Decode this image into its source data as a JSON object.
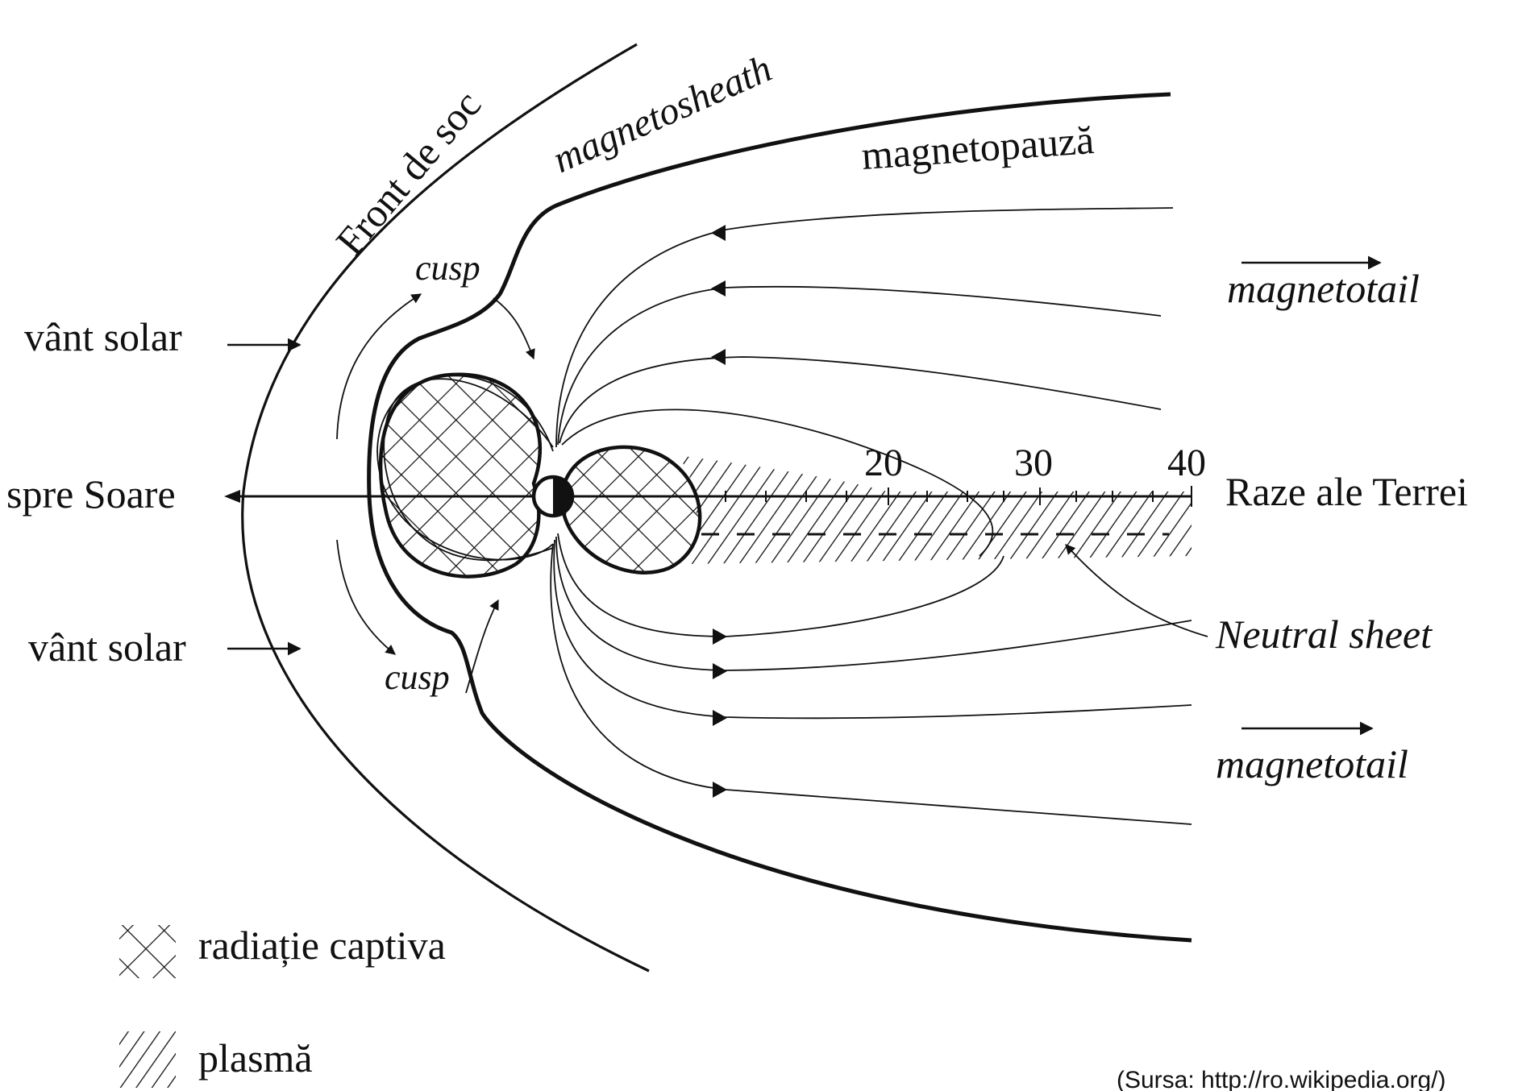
{
  "labels": {
    "shock_front": "Front de soc",
    "magnetosheath": "magnetosheath",
    "magnetopause": "magnetopauză",
    "cusp_upper": "cusp",
    "cusp_lower": "cusp",
    "solar_wind_upper": "vânt solar",
    "solar_wind_lower": "vânt solar",
    "toward_sun": "spre Soare",
    "earth_radii": "Raze ale Terrei",
    "magnetotail_upper": "magnetotail",
    "magnetotail_lower": "magnetotail",
    "neutral_sheet": "Neutral sheet"
  },
  "axis_ticks": [
    "20",
    "30",
    "40"
  ],
  "legend": {
    "trapped_radiation": "radiație captiva",
    "plasma": "plasmă"
  },
  "source": "(Sursa: http://ro.wikipedia.org/)",
  "colors": {
    "ink": "#111111",
    "background": "#ffffff"
  }
}
